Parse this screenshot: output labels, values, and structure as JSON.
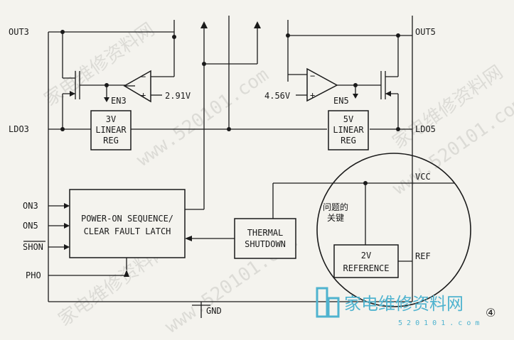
{
  "pins": {
    "out3": "OUT3",
    "ldo3": "LDO3",
    "on3": "ON3",
    "on5": "ON5",
    "shon": "SHON",
    "pho": "PHO",
    "out5": "OUT5",
    "ldo5": "LDO5",
    "vcc": "VCC",
    "ref": "REF",
    "gnd": "GND"
  },
  "signals": {
    "en3": "EN3",
    "en5": "EN5",
    "v291": "2.91V",
    "v456": "4.56V",
    "minus": "−",
    "plus": "+"
  },
  "blocks": {
    "reg3_l1": "3V",
    "reg3_l2": "LINEAR",
    "reg3_l3": "REG",
    "reg5_l1": "5V",
    "reg5_l2": "LINEAR",
    "reg5_l3": "REG",
    "por_l1": "POWER-ON SEQUENCE/",
    "por_l2": "CLEAR FAULT LATCH",
    "th_l1": "THERMAL",
    "th_l2": "SHUTDOWN",
    "ref_l1": "2V",
    "ref_l2": "REFERENCE"
  },
  "annotation": {
    "line1": "问题的",
    "line2": "关键"
  },
  "watermark": {
    "text_cn": "家电维修资料网",
    "text_url": "www.520101.com",
    "brand": "家电维修资料网",
    "brand_url": "5 2 0 1 0 1 . c o m"
  },
  "figure_number": "④",
  "colors": {
    "ink": "#1a1a1a",
    "paper": "#f4f3ee",
    "brand": "#4fb3cf"
  }
}
